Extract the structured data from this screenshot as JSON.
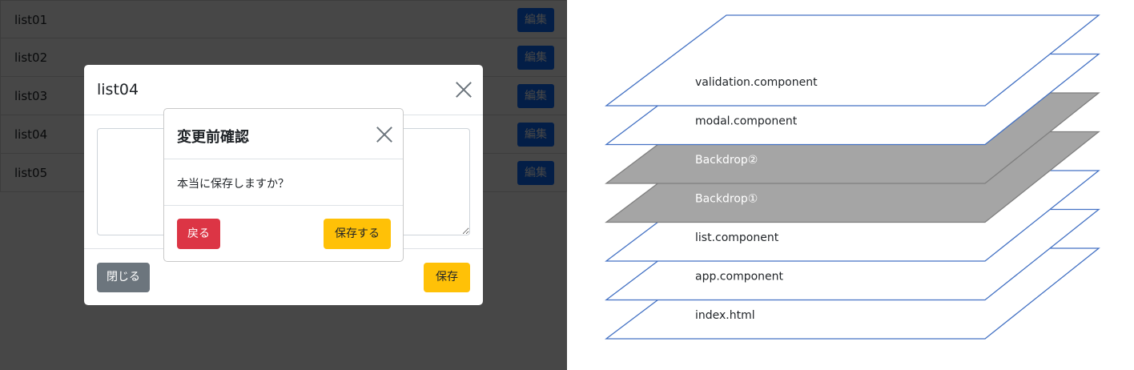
{
  "list": {
    "rows": [
      {
        "label": "list01",
        "edit": "編集"
      },
      {
        "label": "list02",
        "edit": "編集"
      },
      {
        "label": "list03",
        "edit": "編集"
      },
      {
        "label": "list04",
        "edit": "編集"
      },
      {
        "label": "list05",
        "edit": "編集"
      }
    ]
  },
  "modal": {
    "title": "list04",
    "textarea_value": "",
    "close_label": "閉じる",
    "save_label": "保存"
  },
  "confirm": {
    "title": "変更前確認",
    "message": "本当に保存しますか？",
    "back_label": "戻る",
    "confirm_label": "保存する"
  },
  "diagram": {
    "layers": [
      {
        "label": "validation.component",
        "fill": "#ffffff",
        "text_color": "#212529"
      },
      {
        "label": "modal.component",
        "fill": "#ffffff",
        "text_color": "#212529"
      },
      {
        "label": "Backdrop②",
        "fill": "#a5a5a5",
        "text_color": "#ffffff"
      },
      {
        "label": "Backdrop①",
        "fill": "#a5a5a5",
        "text_color": "#ffffff"
      },
      {
        "label": "list.component",
        "fill": "#ffffff",
        "text_color": "#212529"
      },
      {
        "label": "app.component",
        "fill": "#ffffff",
        "text_color": "#212529"
      },
      {
        "label": "index.html",
        "fill": "#ffffff",
        "text_color": "#212529"
      }
    ],
    "stroke_white": "#4472c4",
    "stroke_gray": "#7f7f7f"
  }
}
